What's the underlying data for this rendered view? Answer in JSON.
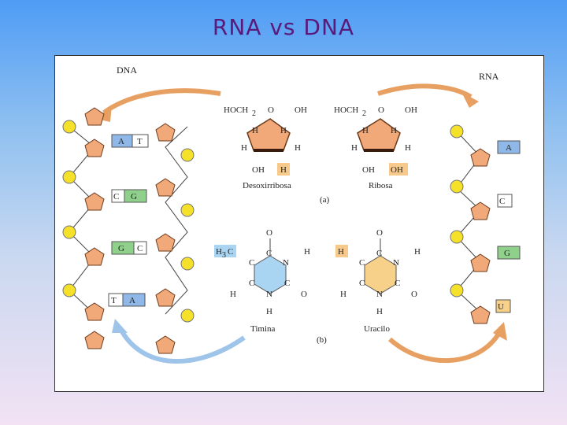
{
  "slide": {
    "title": "RNA vs DNA"
  },
  "figure": {
    "dna_label": "DNA",
    "rna_label": "RNA",
    "panel_a": "(a)",
    "panel_b": "(b)",
    "deoxyribose": {
      "name": "Desoxirribosa",
      "hoch2": "HOCH",
      "sub2": "2",
      "o": "O",
      "oh_right": "OH",
      "h1": "H",
      "h2": "H",
      "h3": "H",
      "h4": "H",
      "oh_bottom": "OH",
      "h_bottom": "H"
    },
    "ribose": {
      "name": "Ribosa",
      "hoch2": "HOCH",
      "sub2": "2",
      "o": "O",
      "oh_right": "OH",
      "h1": "H",
      "h2": "H",
      "h3": "H",
      "h4": "H",
      "oh_bottom": "OH",
      "oh_highlight": "OH"
    },
    "thymine": {
      "name": "Timina",
      "methyl": "H",
      "methyl_sub": "3",
      "methyl_c": "C",
      "c1": "C",
      "c2": "C",
      "c3": "C",
      "c4": "C",
      "n1": "N",
      "n2": "N",
      "o_top": "O",
      "o_right": "O",
      "h_right": "H",
      "h_left": "H",
      "h_bottom": "H"
    },
    "uracil": {
      "name": "Uracilo",
      "h_highlight": "H",
      "c1": "C",
      "c2": "C",
      "c3": "C",
      "c4": "C",
      "n1": "N",
      "n2": "N",
      "o_top": "O",
      "o_right": "O",
      "h_right": "H",
      "h_left": "H",
      "h_bottom": "H"
    },
    "dna_pairs": [
      {
        "left": "A",
        "right": "T"
      },
      {
        "left": "C",
        "right": "G"
      },
      {
        "left": "G",
        "right": "C"
      },
      {
        "left": "T",
        "right": "A"
      }
    ],
    "rna_bases": [
      "A",
      "C",
      "G",
      "U"
    ]
  },
  "colors": {
    "slide_title": "#5a1a7a",
    "sugar": "#f2a97a",
    "phosphate": "#f5e12a",
    "blue_base": "#8fb8e8",
    "green_base": "#8fd08a",
    "arrow": "#e8a062",
    "arrow_blue": "#9fc4ea",
    "thymine_ring": "#a9d4f2",
    "uracil_ring": "#f7d18a",
    "highlight": "#f7c98a"
  }
}
